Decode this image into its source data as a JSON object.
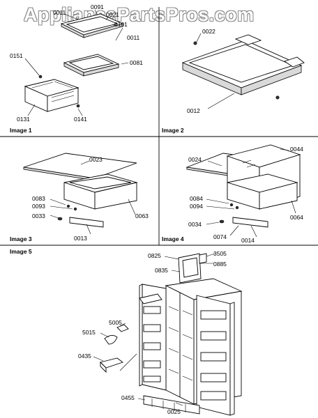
{
  "watermark": "AppliancePartsPros.com",
  "panels": {
    "image1": {
      "caption": "Image 1",
      "labels": [
        "0011",
        "0091",
        "0021",
        "0101",
        "0011",
        "0151",
        "0081",
        "0131",
        "0141"
      ]
    },
    "image2": {
      "caption": "Image 2",
      "labels": [
        "0022",
        "0012"
      ]
    },
    "image3": {
      "caption": "Image 3",
      "labels": [
        "0023",
        "0083",
        "0093",
        "0033",
        "0063",
        "0013"
      ]
    },
    "image4": {
      "caption": "Image 4",
      "labels": [
        "0044",
        "0024",
        "0084",
        "0094",
        "0034",
        "0074",
        "0014",
        "0064"
      ]
    },
    "image5": {
      "caption": "Image 5",
      "labels": [
        "0825",
        "3505",
        "0885",
        "0835",
        "5005",
        "5015",
        "0435",
        "0455",
        "0025"
      ]
    }
  }
}
